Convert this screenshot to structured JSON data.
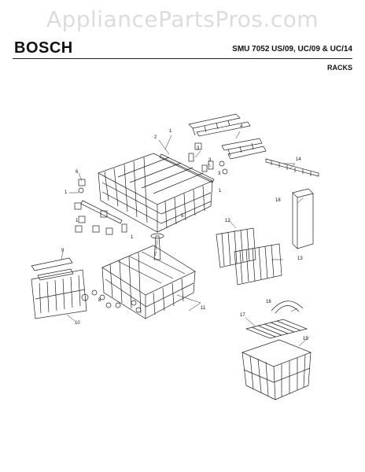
{
  "watermark": "AppliancePartsPros.com",
  "header": {
    "brand": "BOSCH",
    "model": "SMU 7052 US/09, UC/09 & UC/14",
    "section": "RACKS"
  },
  "callouts": [
    "1",
    "1",
    "1",
    "1",
    "1",
    "2",
    "3",
    "3",
    "3",
    "4",
    "5",
    "6",
    "7",
    "8",
    "9",
    "10",
    "11",
    "12",
    "13",
    "14",
    "15",
    "16",
    "17",
    "18"
  ]
}
